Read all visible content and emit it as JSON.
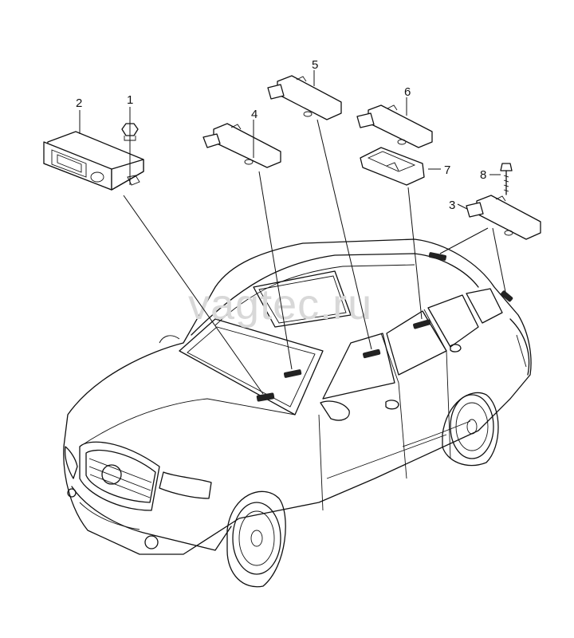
{
  "watermark": "vagtec.ru",
  "callouts": [
    {
      "id": "callout-1",
      "label": "1"
    },
    {
      "id": "callout-2",
      "label": "2"
    },
    {
      "id": "callout-3",
      "label": "3"
    },
    {
      "id": "callout-4",
      "label": "4"
    },
    {
      "id": "callout-5",
      "label": "5"
    },
    {
      "id": "callout-6",
      "label": "6"
    },
    {
      "id": "callout-7",
      "label": "7"
    },
    {
      "id": "callout-8",
      "label": "8"
    }
  ],
  "colors": {
    "line": "#111111",
    "background": "#ffffff",
    "watermark": "#d8d8d8"
  }
}
